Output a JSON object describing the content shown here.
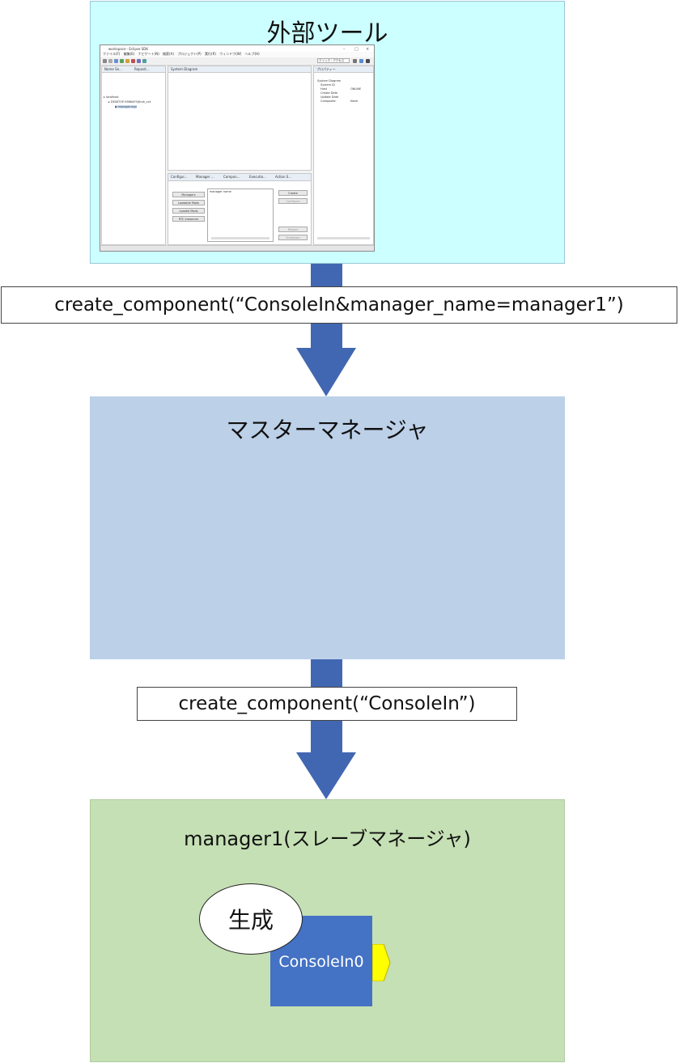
{
  "diagram": {
    "external_tool": {
      "title": "外部ツール"
    },
    "call_1": "create_component(“ConsoleIn&manager_name=manager1”)",
    "master_manager": {
      "title": "マスターマネージャ"
    },
    "call_2": "create_component(“ConsoleIn”)",
    "slave_manager": {
      "title": "manager1(スレーブマネージャ)"
    },
    "create_label": "生成",
    "component_label": "ConsoleIn0",
    "colors": {
      "external_bg": "#ccffff",
      "master_bg": "#bcd0e8",
      "slave_bg": "#c5e0b4",
      "arrow": "#4267b2",
      "component": "#4472c4",
      "port": "#ffff00"
    }
  },
  "screenshot": {
    "window_title": "workspace - Eclipse SDK",
    "menu": [
      "ファイル(F)",
      "編集(E)",
      "ナビゲート(N)",
      "検索(A)",
      "プロジェクト(P)",
      "実行(R)",
      "ウィンドウ(W)",
      "ヘルプ(H)"
    ],
    "quick_access": "クイック・アクセス",
    "left_pane_tabs": [
      "Name Se...",
      "Reposit..."
    ],
    "tree": [
      "localhost",
      "DESKTOP-9566AF5|Kroh_cxt",
      "manager.mgr"
    ],
    "center_tab": "System Diagram",
    "bottom_tabs": [
      "Configur...",
      "Manager ...",
      "Compon...",
      "Executio...",
      "Action S..."
    ],
    "manager_buttons": [
      "Managers",
      "Loadable Mods",
      "Loaded Mods",
      "RTC Instances"
    ],
    "list_header": "manager name",
    "right_buttons": [
      "Create",
      "Configure",
      "Restart",
      "Shutdown"
    ],
    "right_pane_tab": "プロパティー",
    "properties": [
      {
        "key": "System Diagram",
        "value": ""
      },
      {
        "key": "System ID",
        "value": ""
      },
      {
        "key": "Host",
        "value": "ONLINE"
      },
      {
        "key": "Create Date",
        "value": ""
      },
      {
        "key": "Update Date",
        "value": ""
      },
      {
        "key": "Composite",
        "value": "None"
      }
    ]
  }
}
